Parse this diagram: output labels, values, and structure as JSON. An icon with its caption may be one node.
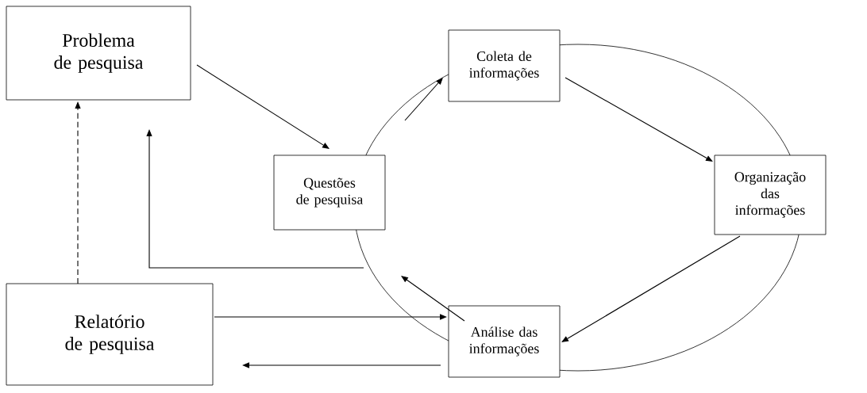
{
  "diagram": {
    "nodes": [
      {
        "text": [
          "Problema de pesquisa"
        ]
      },
      {
        "text": [
          "Questões de pesquisa"
        ]
      },
      {
        "text": [
          "Coleta de informações"
        ]
      },
      {
        "text": [
          "Organização das informações"
        ]
      },
      {
        "text": [
          "Análise das informações"
        ]
      },
      {
        "text": [
          "Relatório de pesquisa"
        ]
      }
    ],
    "edges": [
      {
        "from": 0,
        "to": 1,
        "arrow": "to"
      },
      {
        "from": 1,
        "to": 2,
        "arrow": "to"
      },
      {
        "from": 2,
        "to": 3,
        "arrow": "to"
      },
      {
        "from": 3,
        "to": 4,
        "arrow": "to"
      },
      {
        "from": 4,
        "to": 1,
        "arrow": "to"
      },
      {
        "from": 1,
        "to": 0,
        "arrow": "to"
      },
      {
        "from": 5,
        "to": 0,
        "arrow": "to",
        "style": "dashed"
      },
      {
        "from": 5,
        "to": 4,
        "arrow": "to"
      },
      {
        "from": 4,
        "to": 5,
        "arrow": "to"
      }
    ]
  }
}
